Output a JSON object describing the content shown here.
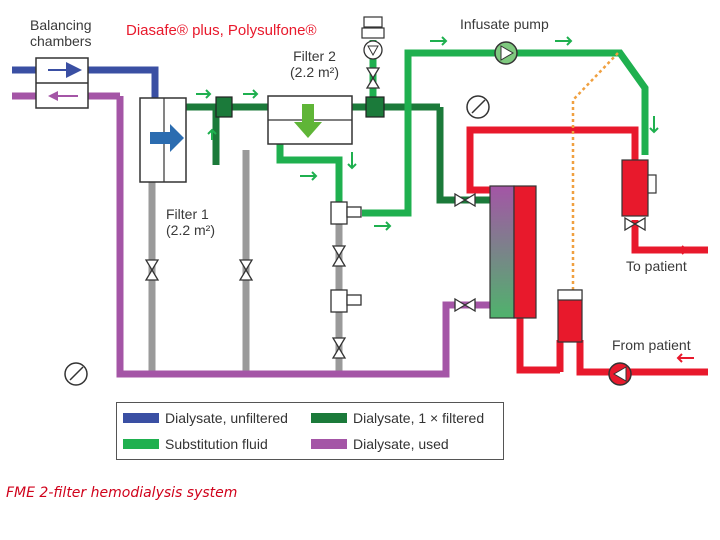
{
  "title": "Diasafe® plus, Polysulfone®",
  "labels": {
    "balancing": "Balancing\nchambers",
    "filter2": "Filter 2\n(2.2 m²)",
    "filter1": "Filter 1\n(2.2 m²)",
    "infusate_pump": "Infusate pump",
    "to_patient": "To patient",
    "from_patient": "From patient"
  },
  "legend": [
    {
      "label": "Dialysate, unfiltered",
      "color": "#3a4fa3"
    },
    {
      "label": "Dialysate, 1 × filtered",
      "color": "#1b7a3a"
    },
    {
      "label": "Substitution fluid",
      "color": "#1fb04f"
    },
    {
      "label": "Dialysate, used",
      "color": "#a455a6"
    }
  ],
  "caption": "FME 2-filter hemodialysis system",
  "colors": {
    "blue": "#3a4fa3",
    "dark_green": "#1b7a3a",
    "green": "#1fb04f",
    "purple": "#a455a6",
    "red": "#e8192c",
    "gray": "#9a9a9a",
    "orange_dots": "#f0a040"
  }
}
